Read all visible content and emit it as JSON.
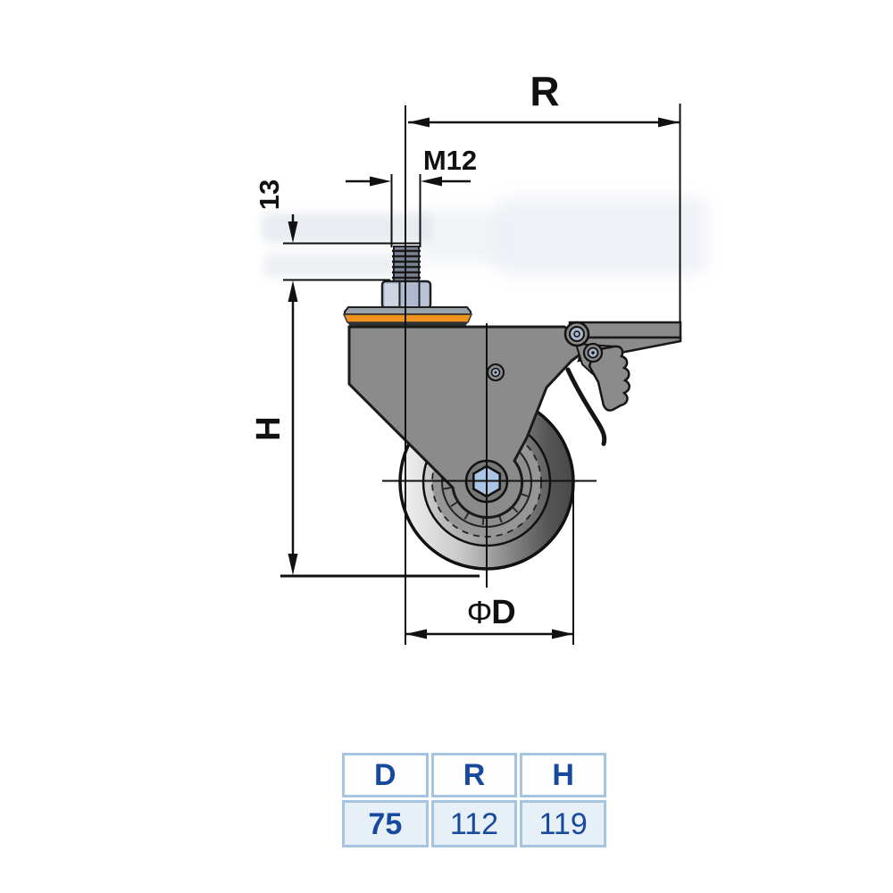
{
  "drawing": {
    "labels": {
      "radius": "R",
      "thread": "M12",
      "thread_length": "13",
      "height": "H",
      "phi": "Φ",
      "diameter_letter": "D"
    },
    "colors": {
      "outline": "#1a1a1a",
      "body_gray": "#8b8b8b",
      "accent_orange": "#f0921e",
      "hub_blue": "#abc5e5",
      "nut_blue_gray": "#b9c3d7",
      "table_border_blue": "#a6c4e0",
      "table_text_navy": "#174a9e"
    }
  },
  "table": {
    "columns": [
      {
        "header": "D",
        "value": "75"
      },
      {
        "header": "R",
        "value": "112"
      },
      {
        "header": "H",
        "value": "119"
      }
    ]
  }
}
